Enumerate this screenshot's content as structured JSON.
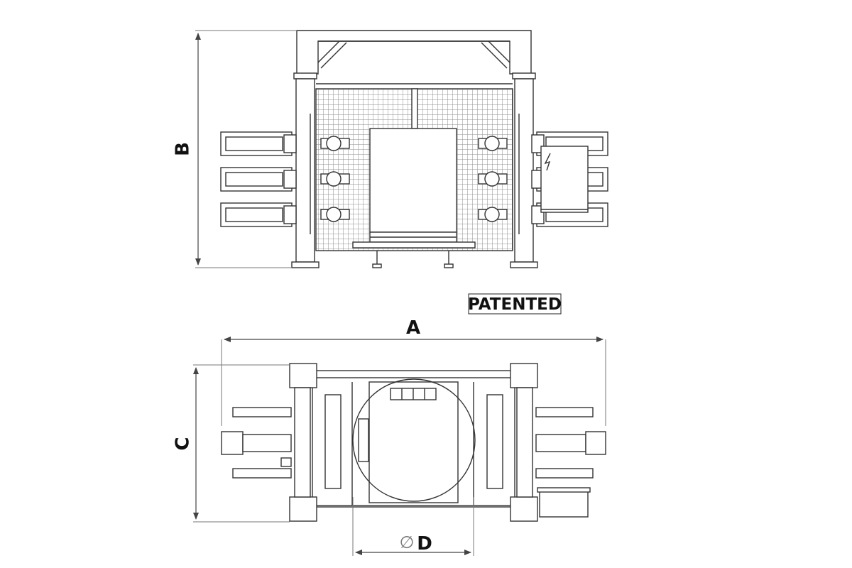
{
  "dimensions": {
    "a": "A",
    "b": "B",
    "c": "C",
    "d": "D",
    "diameter_symbol": "∅"
  },
  "badge": "PATENTED",
  "colors": {
    "line": "#333333",
    "dim_line": "#555555",
    "mesh": "#9a9a9a",
    "background": "#ffffff"
  }
}
